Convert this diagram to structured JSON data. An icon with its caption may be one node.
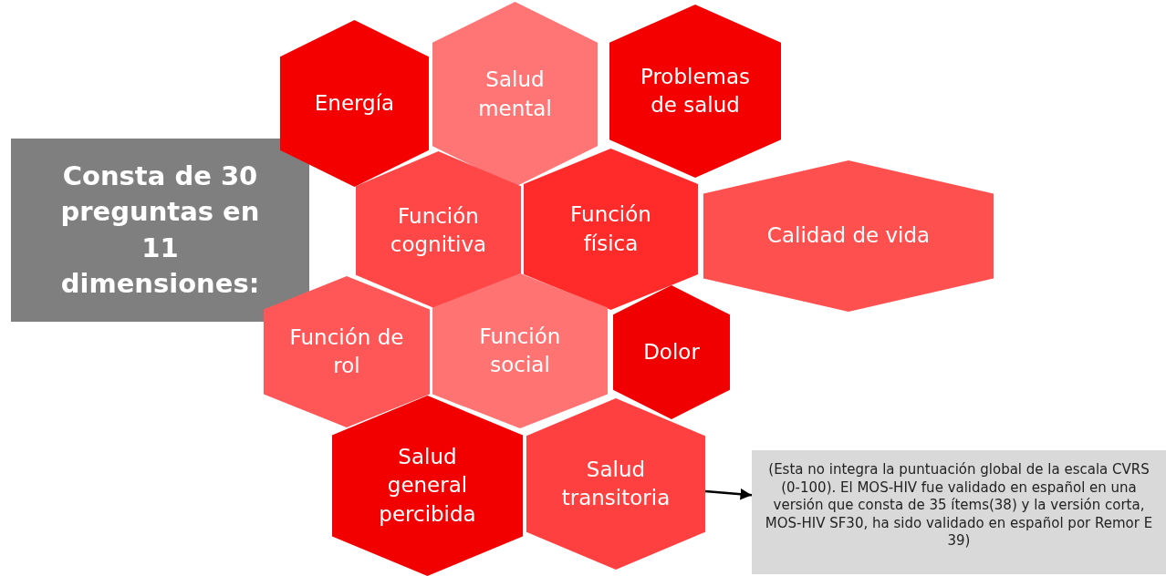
{
  "diagram": {
    "nodes": [
      {
        "text": [
          "Consta de 30 preguntas en 11 dimensiones:"
        ]
      },
      {
        "text": [
          "Energía"
        ]
      },
      {
        "text": [
          "Salud mental"
        ]
      },
      {
        "text": [
          "Problemas de salud"
        ]
      },
      {
        "text": [
          "Función cognitiva"
        ]
      },
      {
        "text": [
          "Función física"
        ]
      },
      {
        "text": [
          "Calidad de vida"
        ]
      },
      {
        "text": [
          "Función de rol"
        ]
      },
      {
        "text": [
          "Función social"
        ]
      },
      {
        "text": [
          "Dolor"
        ]
      },
      {
        "text": [
          "Salud general percibida"
        ]
      },
      {
        "text": [
          "Salud transitoria"
        ]
      },
      {
        "text": [
          "(Esta no integra la puntuación global de la escala CVRS (0-100). El MOS-HIV fue validado en español en una versión que consta de 35 ítems(38) y la versión corta, MOS-HIV SF30, ha sido validado en español por Remor E 39)"
        ]
      }
    ],
    "edges": [
      {
        "from": 11,
        "to": 12,
        "arrow": "to"
      }
    ]
  }
}
